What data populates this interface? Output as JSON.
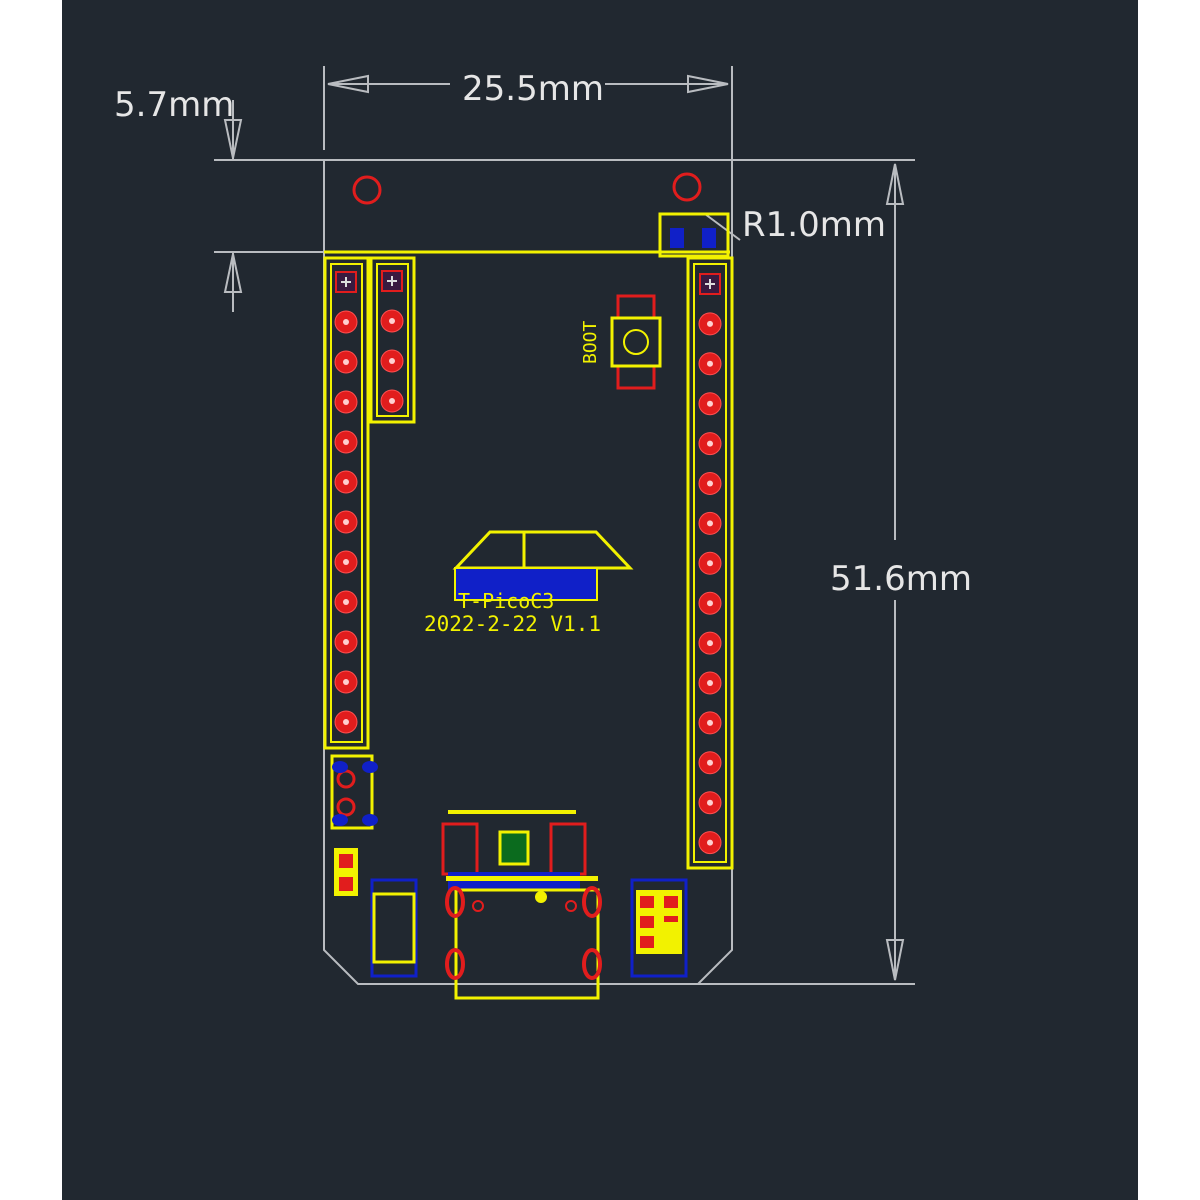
{
  "colors": {
    "background": "#212830",
    "outline": "#b9bcc0",
    "silkscreen": "#f2f200",
    "pad": "#e11d1d",
    "smd": "#1020c8",
    "dimension": "#e6e6e6"
  },
  "dimensions": {
    "width": "25.5mm",
    "top_offset": "5.7mm",
    "corner_radius": "R1.0mm",
    "height": "51.6mm"
  },
  "silkscreen": {
    "button_label": "BOOT",
    "board_name": "T-PicoC3",
    "board_version": "2022-2-22 V1.1"
  },
  "headers": {
    "left_pin_count": 12,
    "aux_pin_count": 4,
    "right_pin_count": 15
  }
}
